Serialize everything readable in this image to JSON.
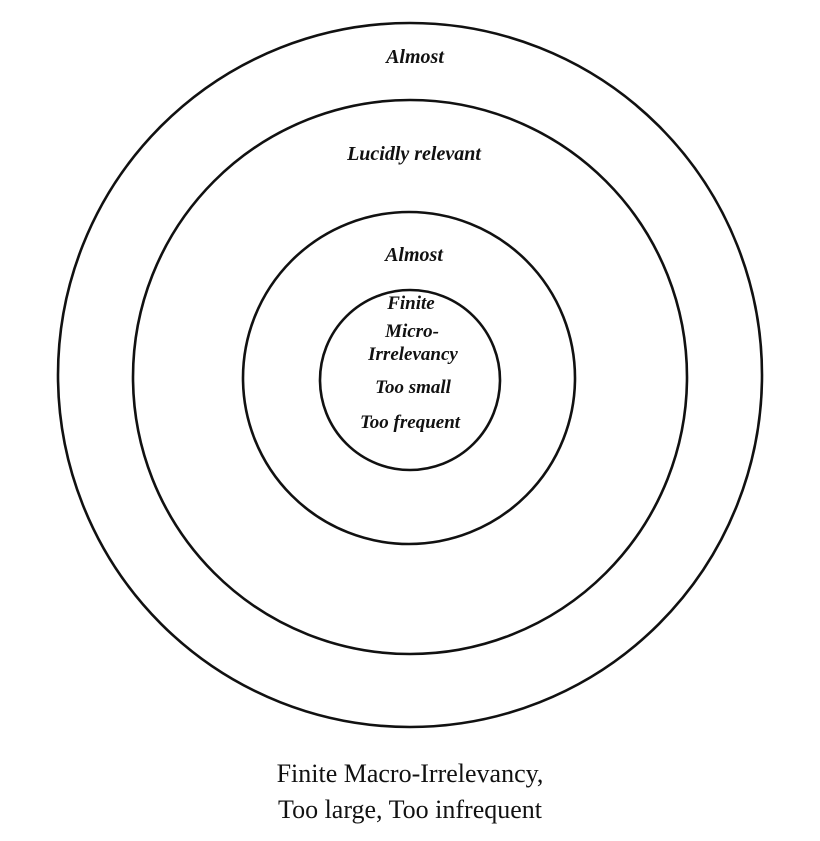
{
  "diagram": {
    "outer_ring_label": "Almost",
    "second_ring_label": "Lucidly relevant",
    "third_ring_label": "Almost",
    "core_labels": [
      "Finite",
      "Micro-",
      "Irrelevancy",
      "Too small",
      "Too frequent"
    ],
    "caption_line1": "Finite Macro-Irrelevancy,",
    "caption_line2": "Too large, Too infrequent"
  },
  "colors": {
    "stroke": "#111111",
    "background": "#ffffff"
  }
}
